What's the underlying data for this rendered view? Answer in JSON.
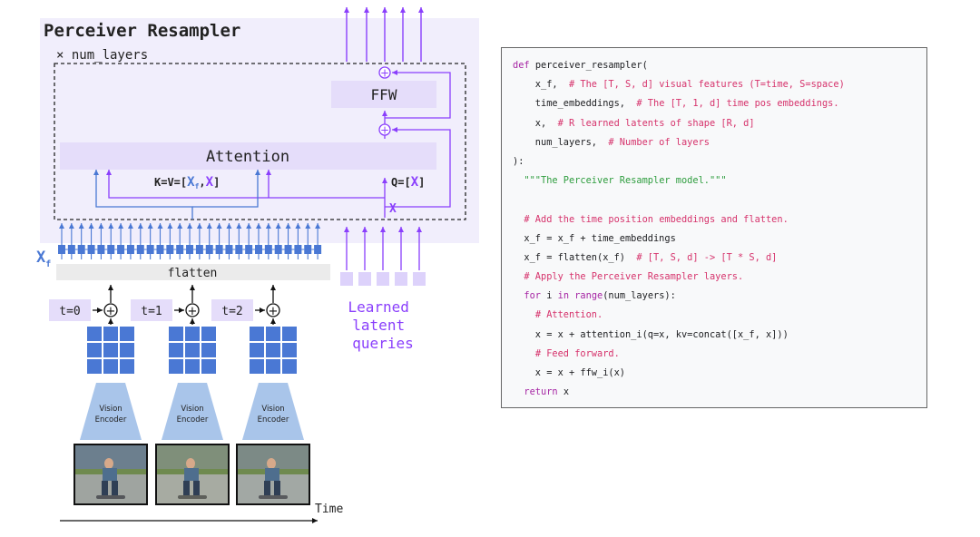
{
  "diagram": {
    "title": "Perceiver Resampler",
    "num_layers_label": "× num_layers",
    "ffw_label": "FFW",
    "attention_label": "Attention",
    "kv_label": {
      "prefix": "K=V=[",
      "xf": "X",
      "xf_sub": "f",
      "sep": ",",
      "x": "X",
      "suffix": "]"
    },
    "q_label": {
      "prefix": "Q=[",
      "x": "X",
      "suffix": "]"
    },
    "x_label": "X",
    "xf_side_label": "X",
    "xf_side_sub": "f",
    "flatten_label": "flatten",
    "time_labels": [
      "t=0",
      "t=1",
      "t=2"
    ],
    "encoder_label": [
      "Vision",
      "Encoder"
    ],
    "learned_label": [
      "Learned",
      "latent",
      "queries"
    ],
    "time_axis_label": "Time",
    "plus_symbol": "+",
    "colors": {
      "panel_bg": "#f1eefc",
      "block_bg": "#e5ddfa",
      "purple": "#8a3ffc",
      "blue": "#4a78d4",
      "encoder": "#a9c5ea",
      "learned_box": "#ddd2fb",
      "flatten_bg": "#ebebeb"
    }
  },
  "code": {
    "lines": [
      [
        {
          "t": "def ",
          "c": "kw"
        },
        {
          "t": "perceiver_resampler(",
          "c": ""
        }
      ],
      [
        {
          "t": "    x_f,  ",
          "c": ""
        },
        {
          "t": "# The [T, S, d] visual features (T=time, S=space)",
          "c": "cm"
        }
      ],
      [
        {
          "t": "    time_embeddings,  ",
          "c": ""
        },
        {
          "t": "# The [T, 1, d] time pos embeddings.",
          "c": "cm"
        }
      ],
      [
        {
          "t": "    x,  ",
          "c": ""
        },
        {
          "t": "# R learned latents of shape [R, d]",
          "c": "cm"
        }
      ],
      [
        {
          "t": "    num_layers,  ",
          "c": ""
        },
        {
          "t": "# Number of layers",
          "c": "cm"
        }
      ],
      [
        {
          "t": "):",
          "c": ""
        }
      ],
      [
        {
          "t": "  ",
          "c": ""
        },
        {
          "t": "\"\"\"The Perceiver Resampler model.\"\"\"",
          "c": "st"
        }
      ],
      [
        {
          "t": "",
          "c": ""
        }
      ],
      [
        {
          "t": "  ",
          "c": ""
        },
        {
          "t": "# Add the time position embeddings and flatten.",
          "c": "cm"
        }
      ],
      [
        {
          "t": "  x_f = x_f + time_embeddings",
          "c": ""
        }
      ],
      [
        {
          "t": "  x_f = flatten(x_f)  ",
          "c": ""
        },
        {
          "t": "# [T, S, d] -> [T * S, d]",
          "c": "cm"
        }
      ],
      [
        {
          "t": "  ",
          "c": ""
        },
        {
          "t": "# Apply the Perceiver Resampler layers.",
          "c": "cm"
        }
      ],
      [
        {
          "t": "  ",
          "c": ""
        },
        {
          "t": "for ",
          "c": "kw"
        },
        {
          "t": "i ",
          "c": ""
        },
        {
          "t": "in ",
          "c": "kw"
        },
        {
          "t": "range",
          "c": "kw"
        },
        {
          "t": "(num_layers):",
          "c": ""
        }
      ],
      [
        {
          "t": "    ",
          "c": ""
        },
        {
          "t": "# Attention.",
          "c": "cm"
        }
      ],
      [
        {
          "t": "    x = x + attention_i(q=x, kv=concat([x_f, x]))",
          "c": ""
        }
      ],
      [
        {
          "t": "    ",
          "c": ""
        },
        {
          "t": "# Feed forward.",
          "c": "cm"
        }
      ],
      [
        {
          "t": "    x = x + ffw_i(x)",
          "c": ""
        }
      ],
      [
        {
          "t": "  ",
          "c": ""
        },
        {
          "t": "return ",
          "c": "kw"
        },
        {
          "t": "x",
          "c": ""
        }
      ]
    ]
  }
}
